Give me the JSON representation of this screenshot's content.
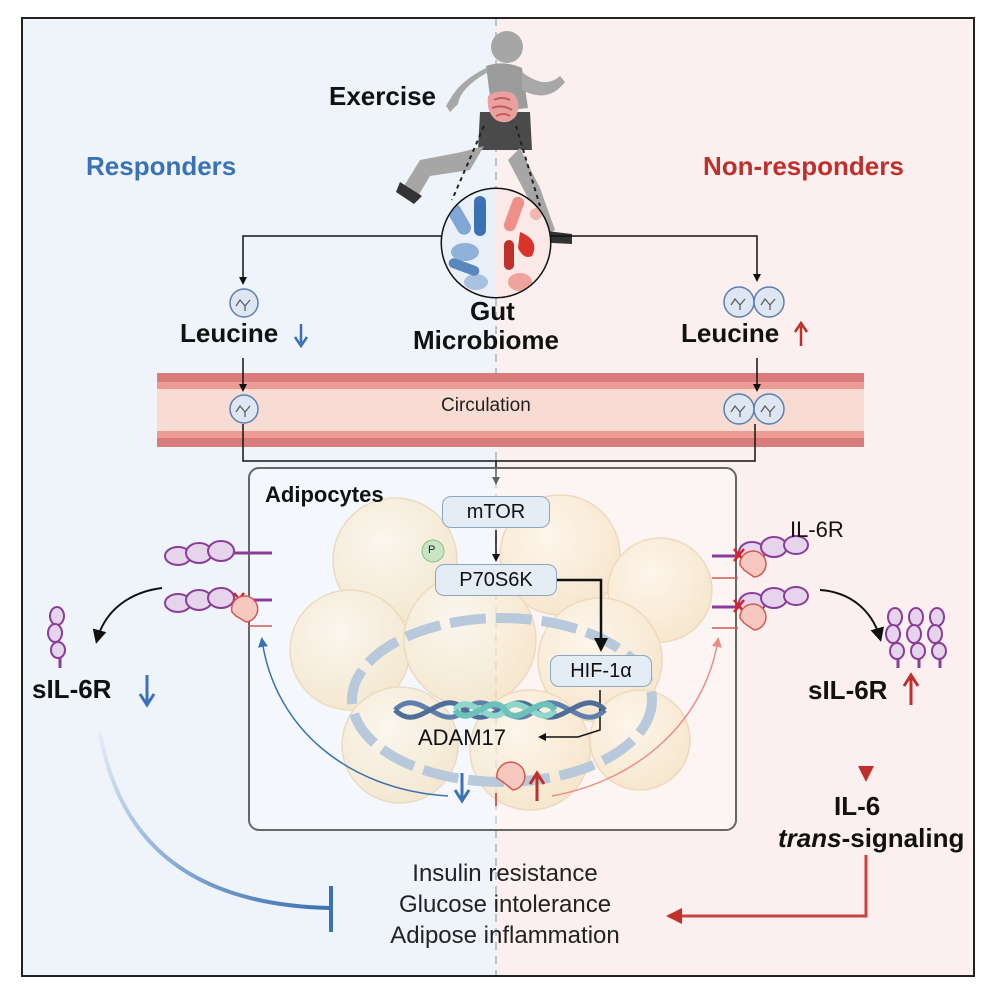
{
  "labels": {
    "exercise": "Exercise",
    "responders": "Responders",
    "non_responders": "Non-responders",
    "gut_line1": "Gut",
    "gut_line2": "Microbiome",
    "leucine": "Leucine",
    "circulation": "Circulation",
    "adipocytes": "Adipocytes",
    "mtor": "mTOR",
    "p70s6k": "P70S6K",
    "phospho": "P",
    "hif": "HIF-1α",
    "adam17": "ADAM17",
    "il6r": "IL-6R",
    "sil6r": "sIL-6R",
    "il6_line1": "IL-6",
    "il6_trans": "trans",
    "il6_signaling": "-signaling",
    "outcomes": [
      "Insulin resistance",
      "Glucose intolerance",
      "Adipose inflammation"
    ]
  },
  "colors": {
    "responder_blue": "#3b72b3",
    "nonresponder_red": "#c0302b",
    "vessel_outer": "#d87c7c",
    "vessel_inner": "#f6d8d0",
    "receptor_purple": "#8a3d98",
    "receptor_fill": "#e6d3ec",
    "adam17_fill": "#f6c8c0",
    "node_fill": "#e4ecf6"
  },
  "icons": {
    "runner": "running-person-icon",
    "microbiome": "bacteria-icon",
    "leucine": "leucine-molecule-icon",
    "dna": "dna-helix-icon",
    "receptor": "il6-receptor-icon",
    "protease": "adam17-protease-icon",
    "cleavage": "cleavage-x-icon",
    "arrow_down": "arrow-down-icon",
    "arrow_up": "arrow-up-icon",
    "inhibition": "inhibition-bar-icon"
  }
}
